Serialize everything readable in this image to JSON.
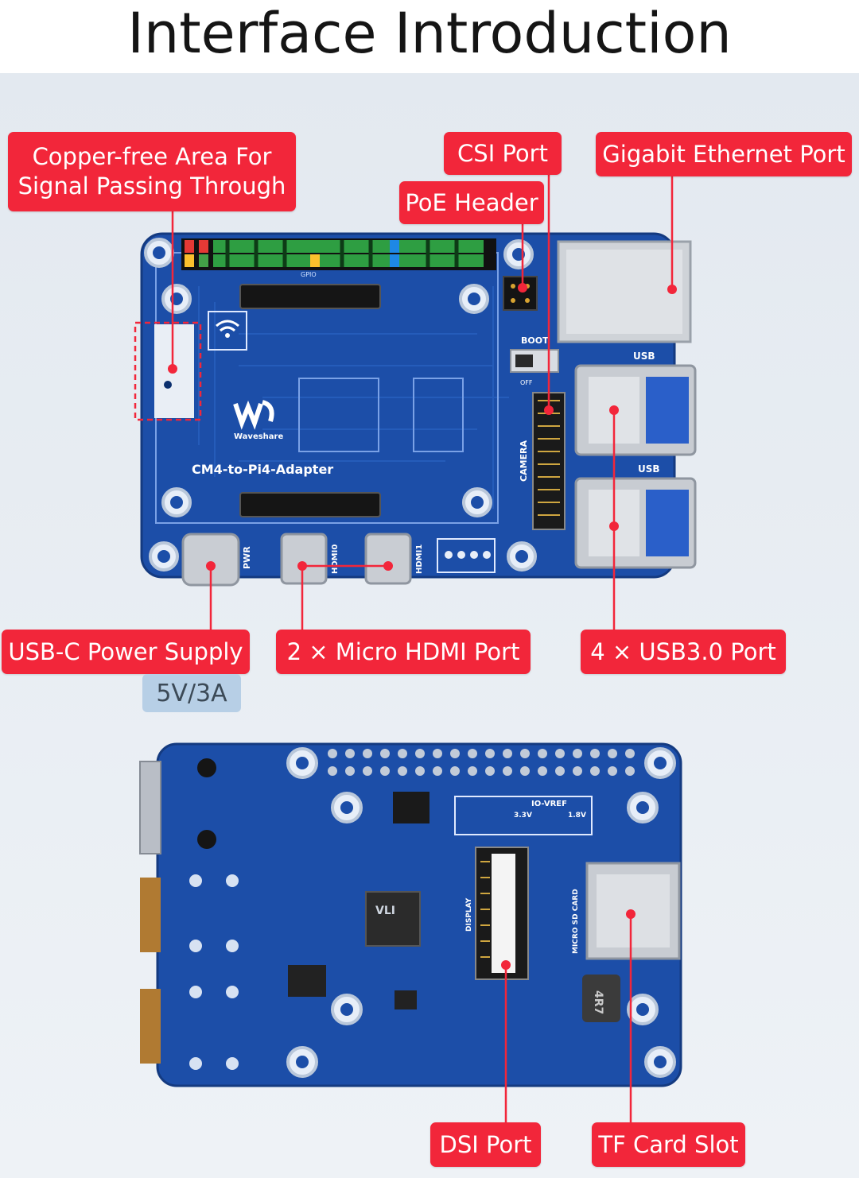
{
  "title": "Interface Introduction",
  "callouts": {
    "copper_free_line1": "Copper-free Area For",
    "copper_free_line2": "Signal Passing Through",
    "csi_port": "CSI Port",
    "poe_header": "PoE Header",
    "gigabit_ethernet": "Gigabit Ethernet Port",
    "usb_c_power": "USB-C Power Supply",
    "usb_c_spec": "5V/3A",
    "micro_hdmi": "2 × Micro HDMI Port",
    "usb3": "4 × USB3.0 Port",
    "dsi_port": "DSI Port",
    "tf_card": "TF Card Slot"
  },
  "board_top": {
    "name": "CM4-to-Pi4-Adapter",
    "brand": "Waveshare",
    "camera_label": "CAMERA",
    "boot_label": "BOOT",
    "boot_off": "OFF",
    "usb_label": "USB",
    "pwr_label": "PWR",
    "hdmi0_label": "HDMI0",
    "hdmi1_label": "HDMI1",
    "gpio_label": "GPIO"
  },
  "board_bottom": {
    "display_label": "DISPLAY",
    "sd_label": "MICRO SD CARD",
    "io_vref": "IO-VREF",
    "v33": "3.3V",
    "v18": "1.8V",
    "inductor": "4R7",
    "chip": "VLI"
  },
  "colors": {
    "callout": "#f2263a",
    "pcb": "#1c4ea8",
    "badge": "#b7cfe6"
  }
}
